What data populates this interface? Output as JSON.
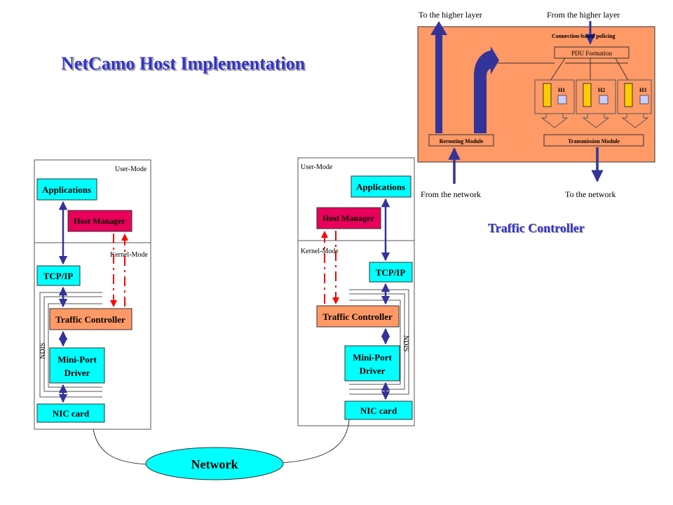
{
  "title": "NetCamo Host Implementation",
  "caption": "Traffic Controller",
  "colors": {
    "title": "#3333cc",
    "cyan": "#00ffff",
    "magenta": "#e8005a",
    "salmon": "#ff9966",
    "yellow": "#ffcc00",
    "arrow_blue": "#333399",
    "arrow_red": "#ff0000",
    "network": "#00ffff"
  },
  "hosts": [
    {
      "user_mode": "User-Mode",
      "kernel_mode": "Kernel-Mode",
      "applications": "Applications",
      "host_manager": "Host Manager",
      "tcpip": "TCP/IP",
      "traffic_controller": "Traffic Controller",
      "miniport_line1": "Mini-Port",
      "miniport_line2": "Driver",
      "nic": "NIC card",
      "ndis": "NDIS"
    },
    {
      "user_mode": "User-Mode",
      "kernel_mode": "Kernel-Mode",
      "applications": "Applications",
      "host_manager": "Host Manager",
      "tcpip": "TCP/IP",
      "traffic_controller": "Traffic Controller",
      "miniport_line1": "Mini-Port",
      "miniport_line2": "Driver",
      "nic": "NIC card",
      "ndis": "NDIS"
    }
  ],
  "network": "Network",
  "tc_detail": {
    "to_higher": "To the higher layer",
    "from_higher": "From the higher layer",
    "policing": "Connection-based policing",
    "pdu": "PDU Formation",
    "queues": [
      "H1",
      "H2",
      "H3"
    ],
    "rerouting": "Rerouting Module",
    "transmission": "Transmission Module",
    "from_network": "From the network",
    "to_network": "To the network"
  }
}
